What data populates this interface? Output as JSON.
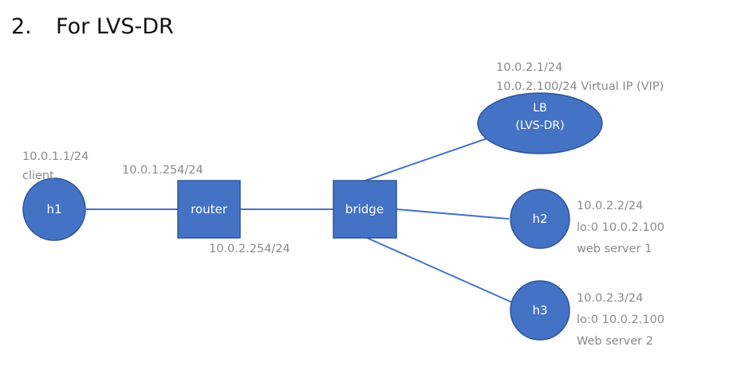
{
  "heading": {
    "number": "2.",
    "text": "For LVS-DR"
  },
  "colors": {
    "node_fill": "#4472c4",
    "node_stroke": "#2f5597",
    "link": "#4472c4",
    "annotation": "#8a8a8a"
  },
  "nodes": {
    "h1": {
      "label": "h1",
      "annotations": [
        "10.0.1.1/24",
        "client"
      ]
    },
    "router": {
      "label": "router",
      "annotations": [
        "10.0.1.254/24",
        "10.0.2.254/24"
      ]
    },
    "bridge": {
      "label": "bridge"
    },
    "lb": {
      "label_lines": [
        "LB",
        "(LVS-DR)"
      ],
      "annotations": [
        "10.0.2.1/24",
        "10.0.2.100/24 Virtual IP (VIP)"
      ]
    },
    "h2": {
      "label": "h2",
      "annotations": [
        "10.0.2.2/24",
        "lo:0 10.0.2.100",
        "web server 1"
      ]
    },
    "h3": {
      "label": "h3",
      "annotations": [
        "10.0.2.3/24",
        "lo:0 10.0.2.100",
        "Web server 2"
      ]
    }
  }
}
